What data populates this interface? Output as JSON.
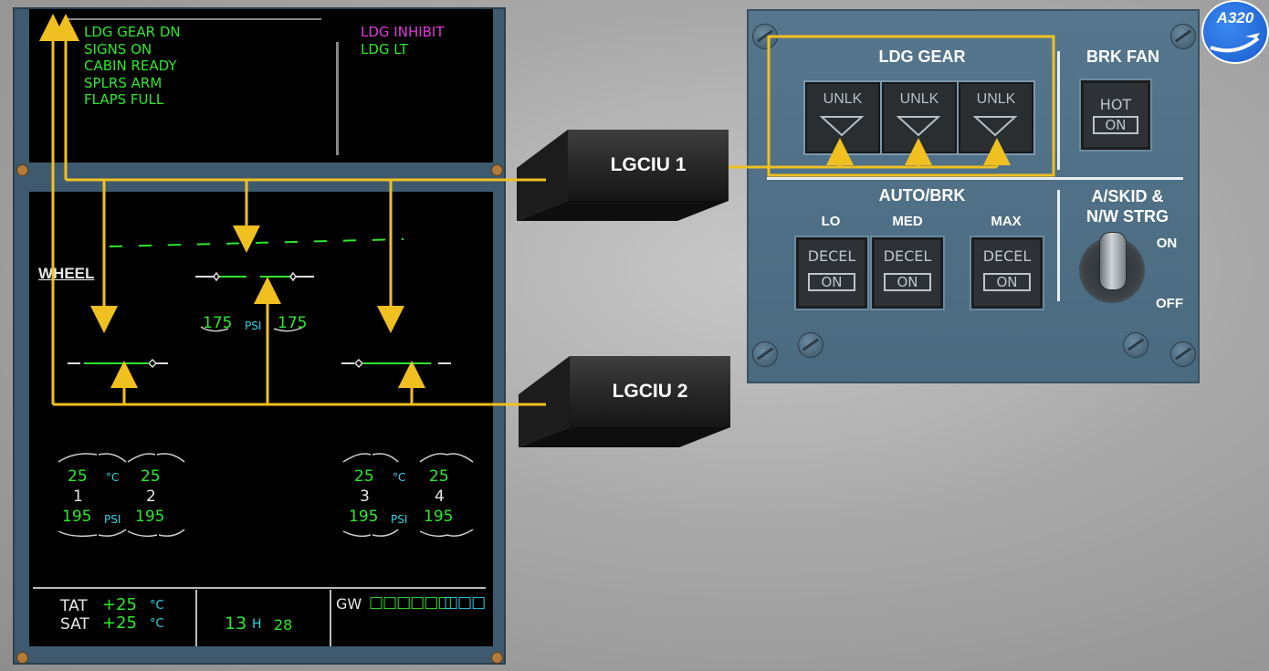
{
  "ecam": {
    "memo_left": [
      "LDG GEAR DN",
      "SIGNS ON",
      "CABIN READY",
      "SPLRS ARM",
      "FLAPS FULL"
    ],
    "memo_ldg": "LDG",
    "memo_right": [
      "LDG INHIBIT",
      "LDG LT"
    ],
    "wheel_title": "WHEEL",
    "nose_psi_left": "175",
    "nose_psi_right": "175",
    "psi_unit": "PSI",
    "temp_unit": "°C",
    "wheels": [
      {
        "temp": "25",
        "num": "1",
        "psi": "195"
      },
      {
        "temp": "25",
        "num": "2",
        "psi": "195"
      },
      {
        "temp": "25",
        "num": "3",
        "psi": "195"
      },
      {
        "temp": "25",
        "num": "4",
        "psi": "195"
      }
    ],
    "tat_label": "TAT",
    "tat_value": "+25",
    "sat_label": "SAT",
    "sat_value": "+25",
    "time_h": "13",
    "time_h_label": "H",
    "time_m": "28",
    "gw_label": "GW",
    "gw_value": "□□□□□□",
    "gw_unit": "□□□"
  },
  "lgciu": {
    "one": "LGCIU 1",
    "two": "LGCIU 2"
  },
  "panel": {
    "ldg_gear_title": "LDG GEAR",
    "unlk": [
      "UNLK",
      "UNLK",
      "UNLK"
    ],
    "brk_fan_title": "BRK FAN",
    "brk_fan_top": "HOT",
    "brk_fan_bottom": "ON",
    "autobrk_title": "AUTO/BRK",
    "autobrk_modes": [
      "LO",
      "MED",
      "MAX"
    ],
    "decel": "DECEL",
    "decel_on": "ON",
    "askid_title_1": "A/SKID &",
    "askid_title_2": "N/W STRG",
    "askid_on": "ON",
    "askid_off": "OFF"
  },
  "logo": {
    "text": "A320"
  },
  "colors": {
    "wire": "#f0c020",
    "ecam_green": "#2ee82e",
    "ecam_cyan": "#32d2e8",
    "ecam_magenta": "#e03cdc"
  }
}
